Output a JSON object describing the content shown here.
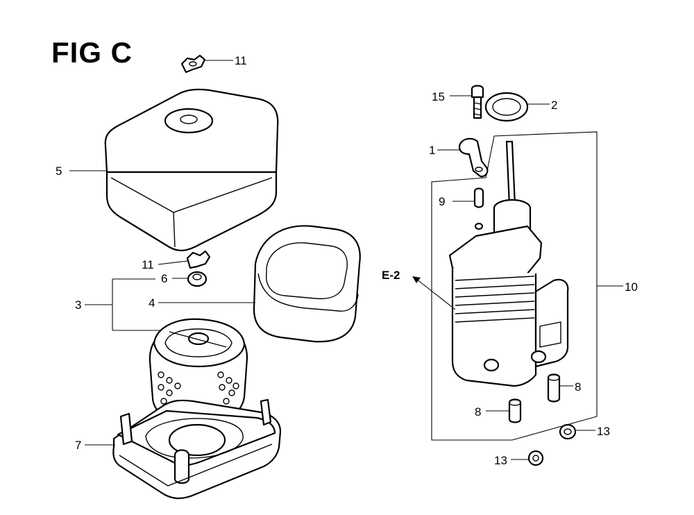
{
  "figure": {
    "title": "FIG C"
  },
  "callouts": {
    "c11_top": "11",
    "c5": "5",
    "c11_mid": "11",
    "c6": "6",
    "c3": "3",
    "c4": "4",
    "c7": "7",
    "c15": "15",
    "c2": "2",
    "c1": "1",
    "c9": "9",
    "e2": "E-2",
    "c10": "10",
    "c8_right": "8",
    "c8_left": "8",
    "c13_right": "13",
    "c13_left": "13"
  },
  "colors": {
    "ink": "#000000",
    "paper": "#ffffff"
  }
}
